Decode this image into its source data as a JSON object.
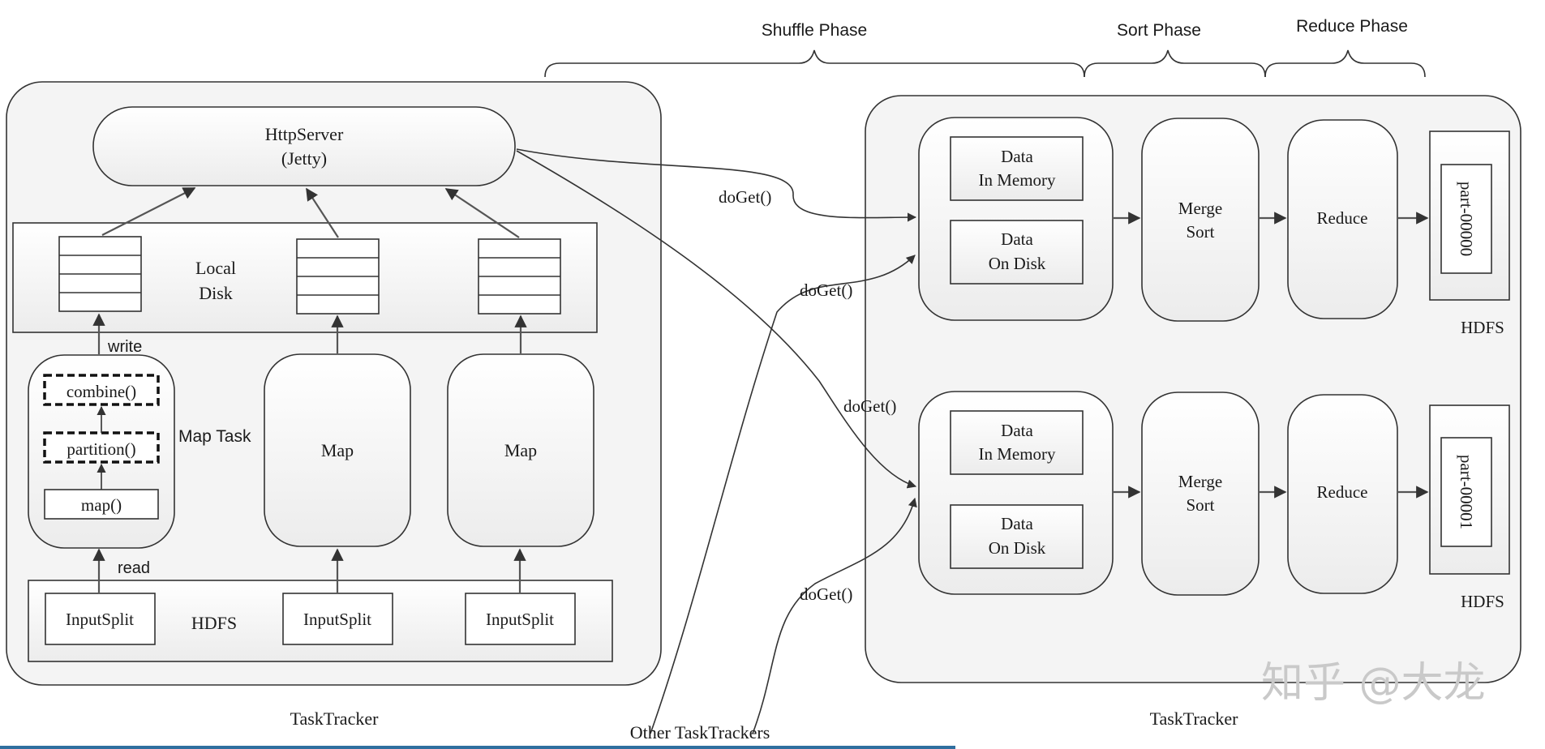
{
  "phases": {
    "shuffle": "Shuffle Phase",
    "sort": "Sort Phase",
    "reduce": "Reduce Phase"
  },
  "left_tracker": {
    "caption": "TaskTracker",
    "http_server": {
      "line1": "HttpServer",
      "line2": "(Jetty)"
    },
    "local_disk": {
      "line1": "Local",
      "line2": "Disk"
    },
    "write_label": "write",
    "read_label": "read",
    "map_task_label": "Map Task",
    "map_task_steps": [
      "combine()",
      "partition()",
      "map()"
    ],
    "maps": [
      "Map",
      "Map"
    ],
    "hdfs_label": "HDFS",
    "input_splits": [
      "InputSplit",
      "InputSplit",
      "InputSplit"
    ]
  },
  "right_tracker": {
    "caption": "TaskTracker",
    "reducers": [
      {
        "mem": {
          "line1": "Data",
          "line2": "In Memory"
        },
        "disk": {
          "line1": "Data",
          "line2": "On Disk"
        },
        "merge": {
          "line1": "Merge",
          "line2": "Sort"
        },
        "reduce": "Reduce",
        "output": "part-00000",
        "hdfs": "HDFS"
      },
      {
        "mem": {
          "line1": "Data",
          "line2": "In Memory"
        },
        "disk": {
          "line1": "Data",
          "line2": "On Disk"
        },
        "merge": {
          "line1": "Merge",
          "line2": "Sort"
        },
        "reduce": "Reduce",
        "output": "part-00001",
        "hdfs": "HDFS"
      }
    ]
  },
  "doget_labels": [
    "doGet()",
    "doGet()",
    "doGet()",
    "doGet()"
  ],
  "other_tasktrackers": "Other TaskTrackers",
  "watermark": "知乎 @大龙",
  "colors": {
    "stroke": "#333333",
    "fill_top": "#ffffff",
    "fill_bottom": "#ececec",
    "bottom_bar": "#2f6f9f"
  }
}
